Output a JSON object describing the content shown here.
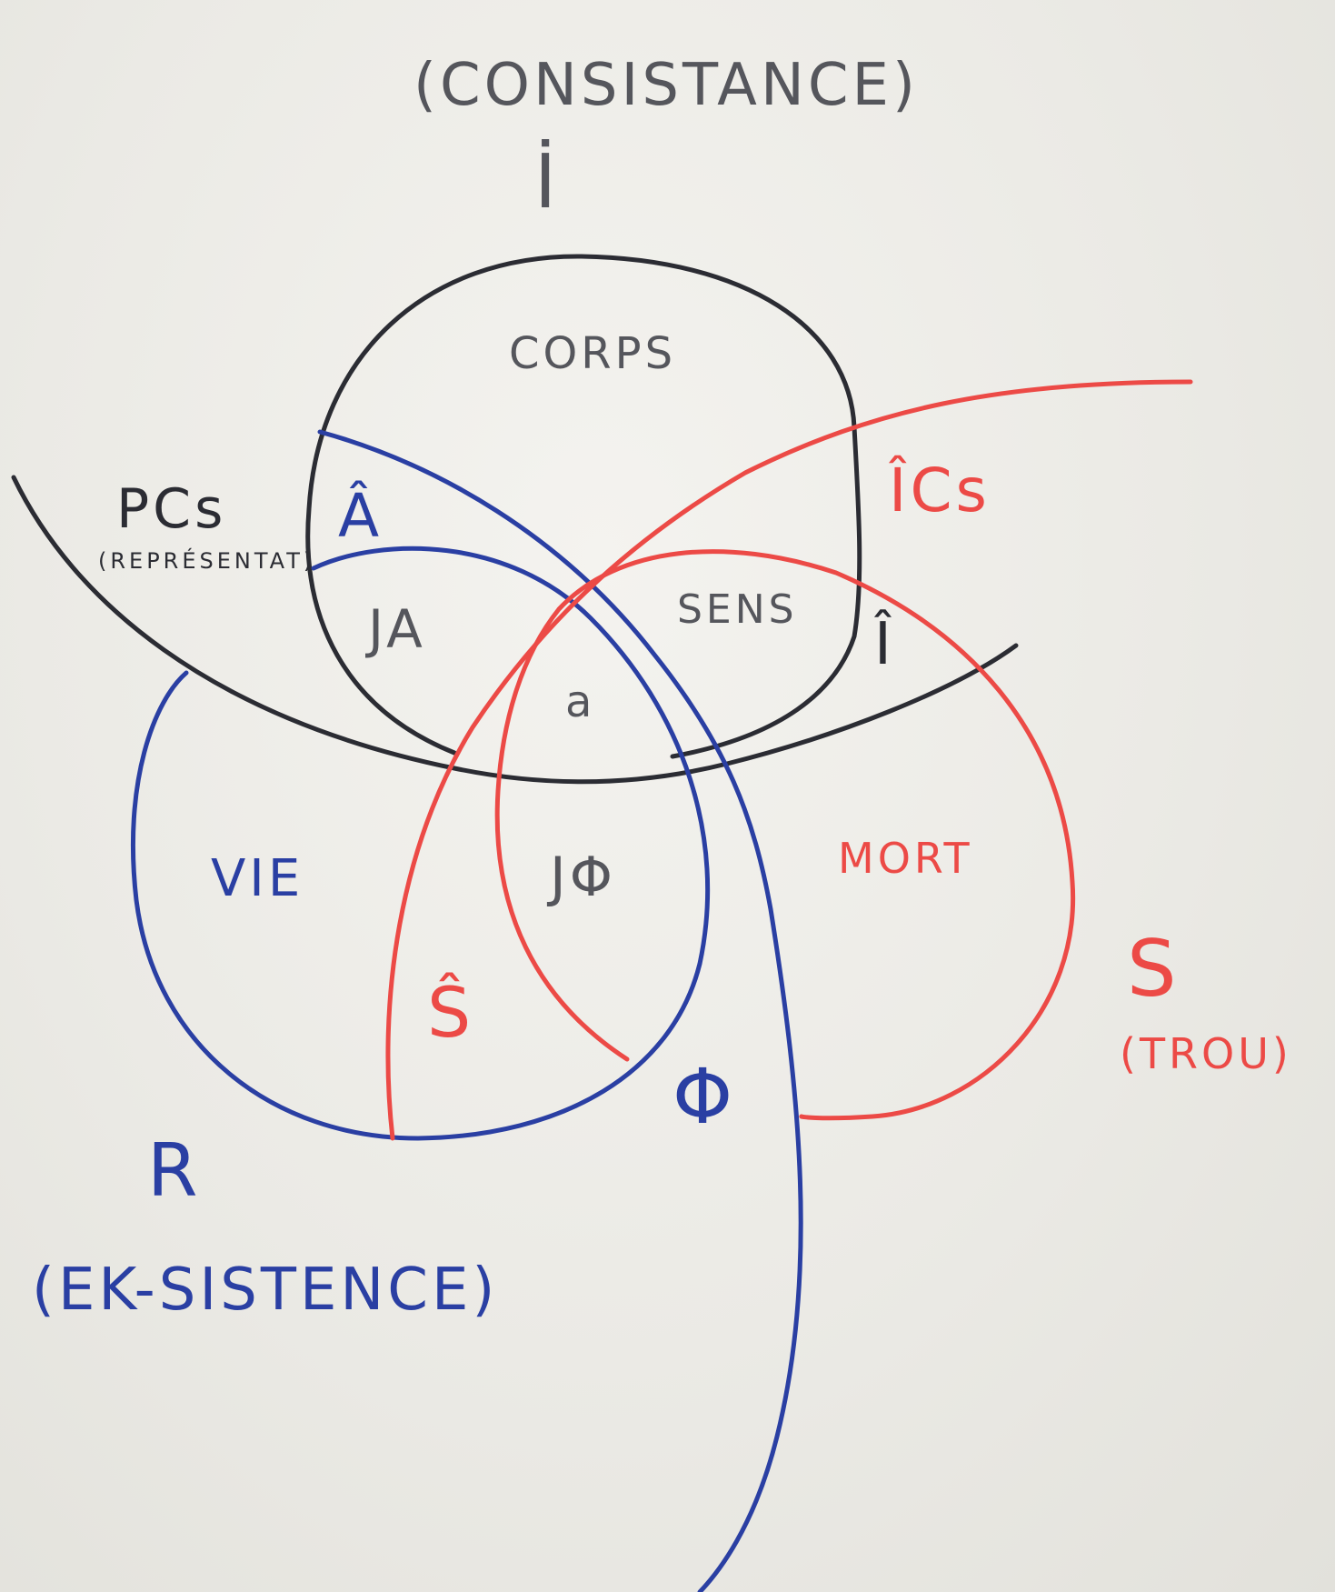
{
  "colors": {
    "imaginary": "#2b2c33",
    "real": "#2a3fa3",
    "symbolic": "#ec4a46",
    "board": "#ecebe6"
  },
  "labels": {
    "consistance": "(CONSISTANCE)",
    "i_top": "İ",
    "corps": "CORPS",
    "pcs": "PCs",
    "representation": "(REPRÉSENTAT)",
    "a_hat": "Â",
    "ja": "JA",
    "sens": "SENS",
    "i_hat_cs": "ÎCs",
    "i_hat": "Î",
    "a_small": "a",
    "vie": "VIE",
    "j_phi": "JΦ",
    "mort": "MORT",
    "s_hat": "Ŝ",
    "phi": "Φ",
    "s_letter": "S",
    "trou": "(TROU)",
    "r_letter": "R",
    "ek_sistence": "(EK-SISTENCE)"
  }
}
